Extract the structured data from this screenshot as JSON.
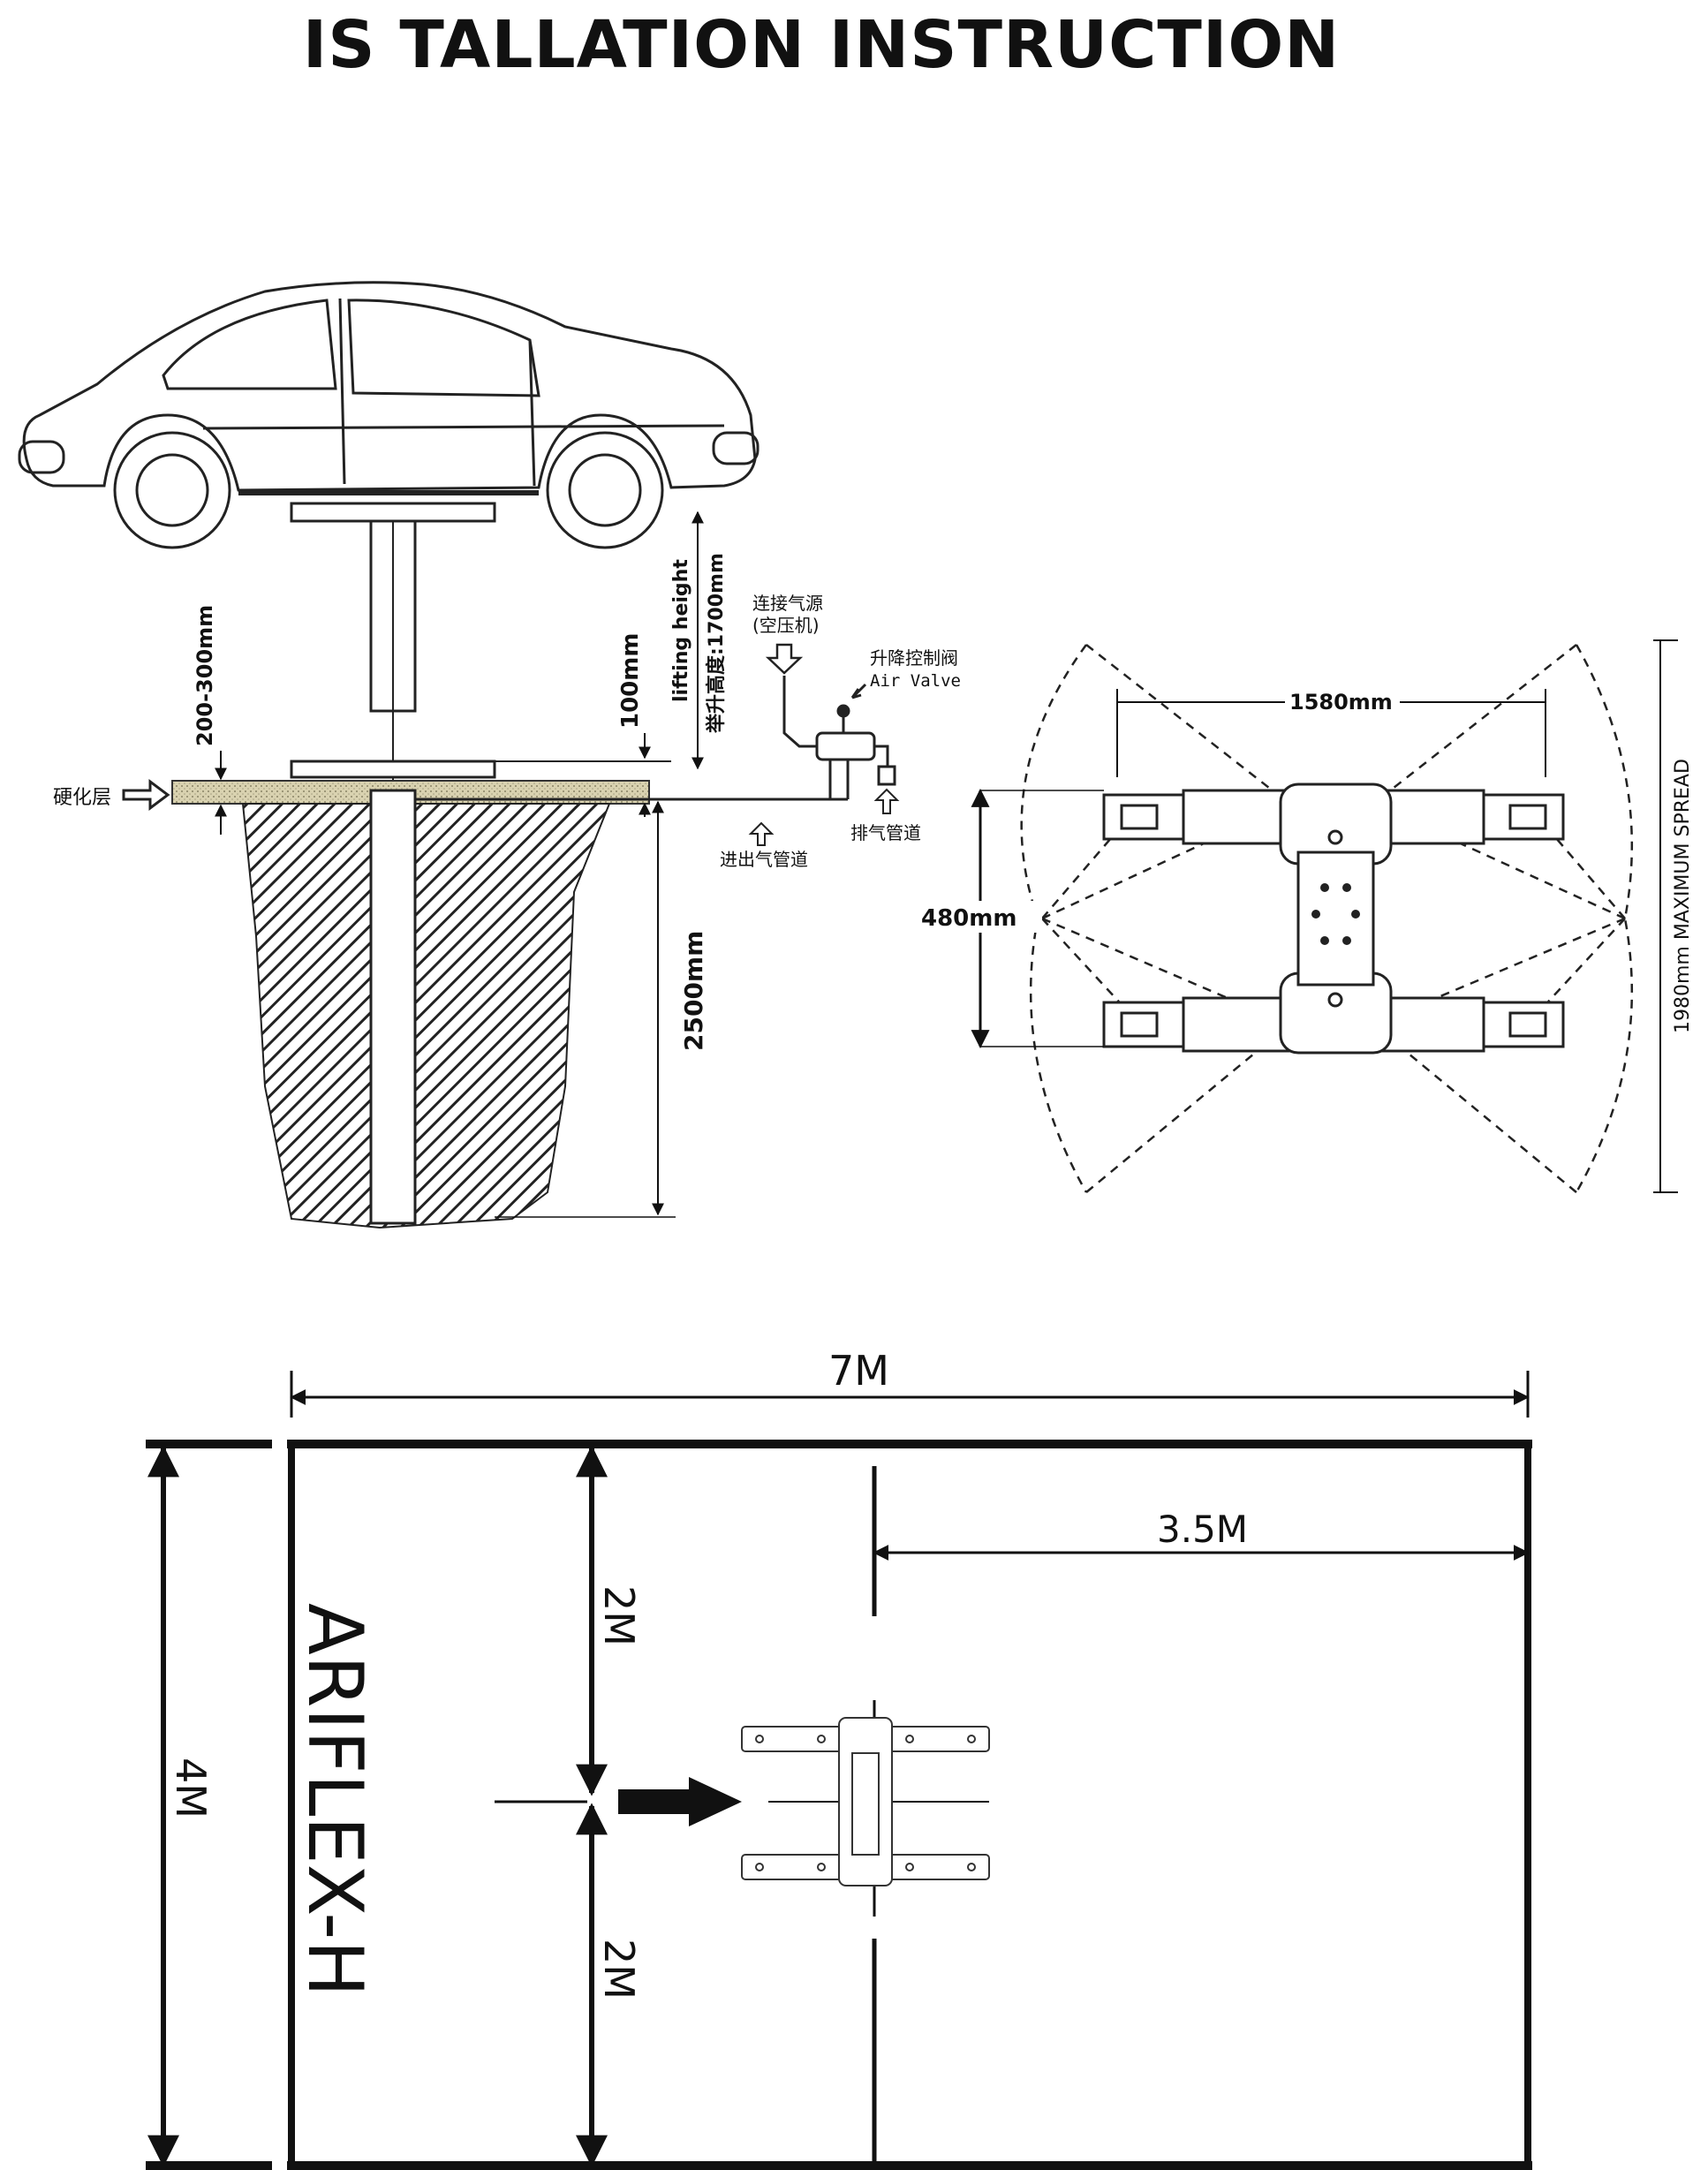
{
  "title": "IS TALLATION INSTRUCTION",
  "side_view": {
    "label_200_300": "200-300mm",
    "label_100": "100mm",
    "label_lifting_height": "lifting height",
    "label_lift_cn": "举升高度:1700mm",
    "label_2500": "2500mm",
    "label_hardened_layer": "硬化层",
    "label_air_source_cn": "连接气源",
    "label_compressor_cn": "(空压机)",
    "label_valve_cn": "升降控制阀",
    "label_air_valve": "Air Valve",
    "label_exhaust_cn": "排气管道",
    "label_inlet_cn": "进出气管道"
  },
  "top_view": {
    "label_1580": "1580mm",
    "label_480": "480mm",
    "label_spread": "1980mm  MAXIMUM SPREAD"
  },
  "floor_plan": {
    "label_7m": "7M",
    "label_3_5m": "3.5M",
    "label_4m": "4M",
    "label_2m_top": "2M",
    "label_2m_bottom": "2M",
    "model_name": "ARIFLEX-H"
  }
}
